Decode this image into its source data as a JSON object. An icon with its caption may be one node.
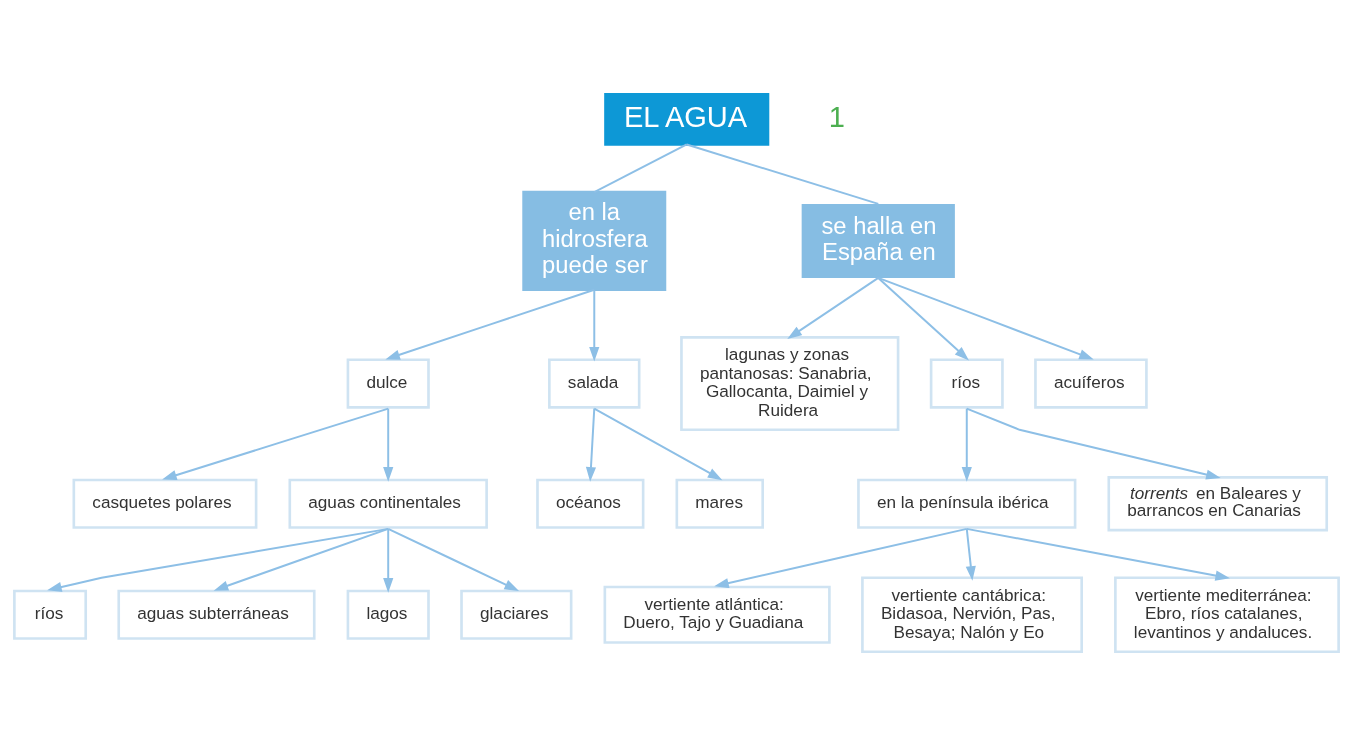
{
  "diagram": {
    "nodes": [
      {
        "text": [
          "EL AGUA"
        ]
      },
      {
        "text": [
          "en la hidrosfera puede ser"
        ]
      },
      {
        "text": [
          "se halla en España en"
        ]
      },
      {
        "text": [
          "dulce"
        ]
      },
      {
        "text": [
          "salada"
        ]
      },
      {
        "text": [
          "casquetes polares"
        ]
      },
      {
        "text": [
          "aguas continentales"
        ]
      },
      {
        "text": [
          "ríos"
        ]
      },
      {
        "text": [
          "aguas subterráneas"
        ]
      },
      {
        "text": [
          "lagos"
        ]
      },
      {
        "text": [
          "glaciares"
        ]
      },
      {
        "text": [
          "océanos"
        ]
      },
      {
        "text": [
          "mares"
        ]
      },
      {
        "text": [
          "lagunas y zonas pantanosas: Sanabria, Gallocanta, Daimiel y Ruidera"
        ]
      },
      {
        "text": [
          "ríos"
        ]
      },
      {
        "text": [
          "acuíferos"
        ]
      },
      {
        "text": [
          "en la península ibérica"
        ]
      },
      {
        "text": [
          "*torrents* en Baleares y barrancos en Canarias"
        ]
      },
      {
        "text": [
          "vertiente atlántica: Duero, Tajo y Guadiana"
        ]
      },
      {
        "text": [
          "vertiente cantábrica: Bidasoa, Nervión, Pas, Besaya; Nalón y Eo"
        ]
      },
      {
        "text": [
          "vertiente mediterránea: Ebro, ríos catalanes, levantinos y andaluces."
        ]
      }
    ],
    "edges": [
      {
        "from": 0,
        "to": 1,
        "arrow": "none"
      },
      {
        "from": 0,
        "to": 2,
        "arrow": "none"
      },
      {
        "from": 1,
        "to": 3,
        "arrow": "to"
      },
      {
        "from": 1,
        "to": 4,
        "arrow": "to"
      },
      {
        "from": 3,
        "to": 5,
        "arrow": "to"
      },
      {
        "from": 3,
        "to": 6,
        "arrow": "to"
      },
      {
        "from": 6,
        "to": 7,
        "arrow": "to"
      },
      {
        "from": 6,
        "to": 8,
        "arrow": "to"
      },
      {
        "from": 6,
        "to": 9,
        "arrow": "to"
      },
      {
        "from": 6,
        "to": 10,
        "arrow": "to"
      },
      {
        "from": 4,
        "to": 11,
        "arrow": "to"
      },
      {
        "from": 4,
        "to": 12,
        "arrow": "to"
      },
      {
        "from": 2,
        "to": 13,
        "arrow": "to"
      },
      {
        "from": 2,
        "to": 14,
        "arrow": "to"
      },
      {
        "from": 2,
        "to": 15,
        "arrow": "to"
      },
      {
        "from": 14,
        "to": 16,
        "arrow": "to"
      },
      {
        "from": 14,
        "to": 17,
        "arrow": "to"
      },
      {
        "from": 16,
        "to": 18,
        "arrow": "to"
      },
      {
        "from": 16,
        "to": 19,
        "arrow": "to"
      },
      {
        "from": 16,
        "to": 20,
        "arrow": "to"
      }
    ],
    "labels": [
      "1"
    ]
  }
}
